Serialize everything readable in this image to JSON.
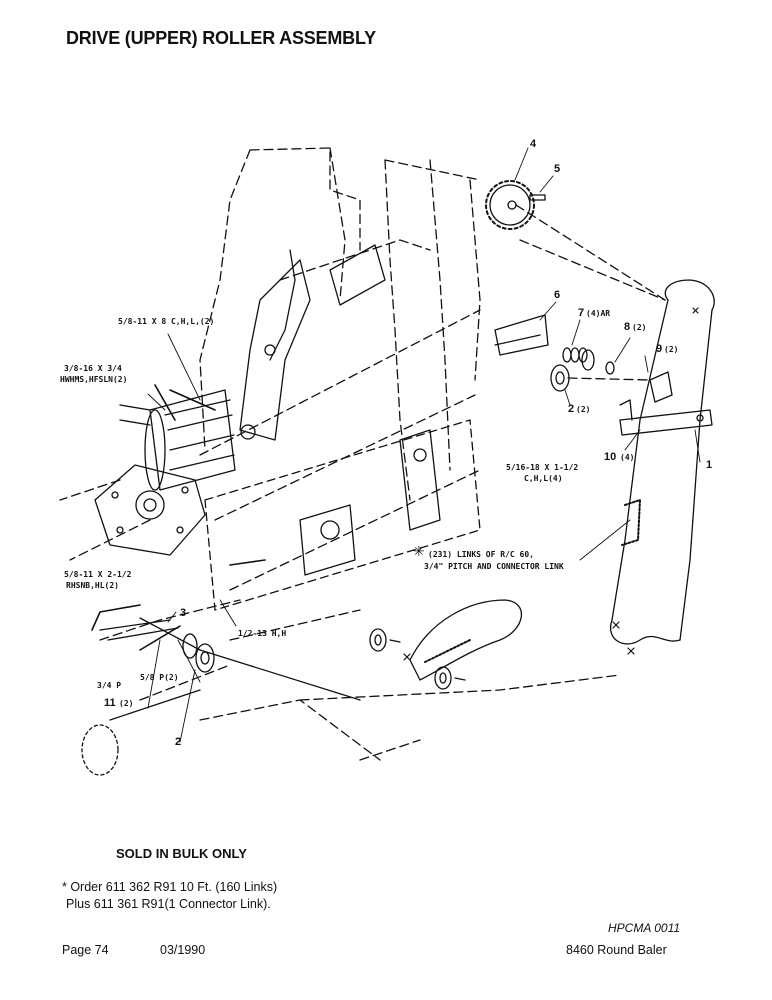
{
  "page": {
    "title": "DRIVE (UPPER) ROLLER ASSEMBLY",
    "doc_code": "HPCMA 0011",
    "page_label": "Page 74",
    "date": "03/1990",
    "model": "8460 Round Baler"
  },
  "notes": {
    "bulk": "SOLD IN BULK ONLY",
    "order_line1": "* Order 611 362 R91 10 Ft. (160 Links)",
    "order_line2": "Plus 611 361 R91(1 Connector Link)."
  },
  "callouts": {
    "c1": "5/8-11 X 8 C,H,L,(2)",
    "c2a": "3/8-16 X 3/4",
    "c2b": "HWHMS,HFSLN(2)",
    "c3a": "5/16-18 X 1-1/2",
    "c3b": "C,H,L(4)",
    "c4a": "(231) LINKS OF R/C 60,",
    "c4b": "3/4\" PITCH AND CONNECTOR LINK",
    "c4star": "✳",
    "c5a": "5/8-11 X 2-1/2",
    "c5b": "RHSNB,HL(2)",
    "c6": "1/2-13 H,H",
    "c7": "3/4 P",
    "c8": "5/8 P(2)"
  },
  "parts": {
    "p1": "1",
    "p2": "2",
    "p2b": "2",
    "p2b_qty": "(2)",
    "p3": "3",
    "p4": "4",
    "p5": "5",
    "p6": "6",
    "p7": "7",
    "p7_qty": "(4)AR",
    "p8": "8",
    "p8_qty": "(2)",
    "p9": "9",
    "p9_qty": "(2)",
    "p10": "10",
    "p10_qty": "(4)",
    "p11": "11",
    "p11_qty": "(2)"
  },
  "colors": {
    "ink": "#111111",
    "paper": "#ffffff"
  }
}
